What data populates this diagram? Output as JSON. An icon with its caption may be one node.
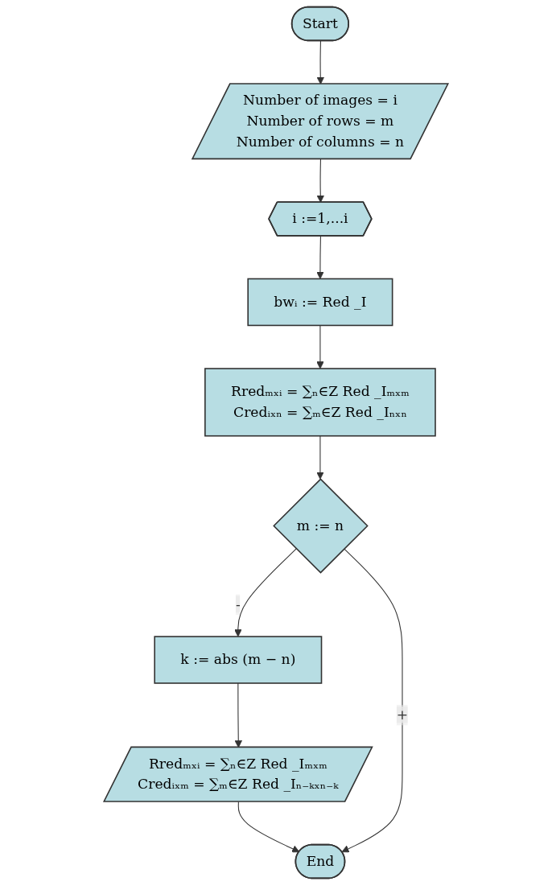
{
  "diagram": {
    "nodes": [
      {
        "text": [
          "Start"
        ]
      },
      {
        "text": [
          "Number of images = i",
          "Number of rows = m",
          "Number of columns = n"
        ]
      },
      {
        "text": [
          "i :=1,...i"
        ]
      },
      {
        "text": [
          "bwᵢ := Red _I"
        ]
      },
      {
        "text": [
          "Rredₘₓᵢ = ∑ₙ∈Z Red _Iₘₓₘ",
          "Credᵢₓₙ = ∑ₘ∈Z Red _Iₙₓₙ"
        ]
      },
      {
        "text": [
          "m := n"
        ]
      },
      {
        "text": [
          "k := abs (m − n)"
        ]
      },
      {
        "text": [
          "Rredₘₓᵢ = ∑ₙ∈Z Red _Iₘₓₘ",
          "Credᵢₓₘ = ∑ₘ∈Z Red _Iₙ₋ₖₓₙ₋ₖ"
        ]
      },
      {
        "text": [
          "End"
        ]
      }
    ],
    "edges": [
      {
        "from": 0,
        "to": 1,
        "arrow": "to"
      },
      {
        "from": 1,
        "to": 2,
        "arrow": "to"
      },
      {
        "from": 2,
        "to": 3,
        "arrow": "to"
      },
      {
        "from": 3,
        "to": 4,
        "arrow": "to"
      },
      {
        "from": 4,
        "to": 5,
        "arrow": "to"
      },
      {
        "from": 5,
        "to": 6,
        "label": "-",
        "arrow": "to"
      },
      {
        "from": 6,
        "to": 7,
        "arrow": "to"
      },
      {
        "from": 7,
        "to": 8,
        "arrow": "to"
      },
      {
        "from": 5,
        "to": 8,
        "label": "+",
        "arrow": "to"
      }
    ]
  }
}
